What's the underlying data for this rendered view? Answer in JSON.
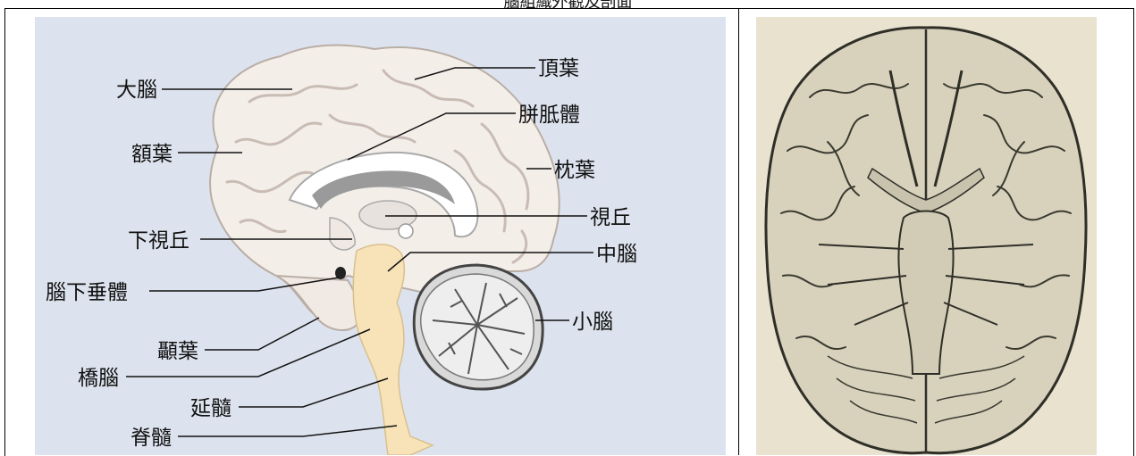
{
  "caption": "腦組織外觀及剖面",
  "left_panel": {
    "labels": {
      "cerebrum": "大腦",
      "frontal_lobe": "額葉",
      "hypothalamus": "下視丘",
      "pituitary": "腦下垂體",
      "temporal_lobe": "顳葉",
      "pons": "橋腦",
      "medulla": "延髓",
      "spinal_cord": "脊髓",
      "parietal_lobe": "頂葉",
      "corpus_callosum": "胼胝體",
      "occipital_lobe": "枕葉",
      "thalamus": "視丘",
      "midbrain": "中腦",
      "cerebellum": "小腦"
    },
    "colors": {
      "background": "#dde3ee",
      "brain": "#f4eee9",
      "sulcus": "#c8bcb4",
      "brainstem": "#f8e3b8",
      "cerebellum": "#d9d9d9",
      "ventricle": "#9a9a9a"
    }
  },
  "right_panel": {
    "colors": {
      "background": "#e8e2cf",
      "ink": "#3a3a30"
    }
  }
}
